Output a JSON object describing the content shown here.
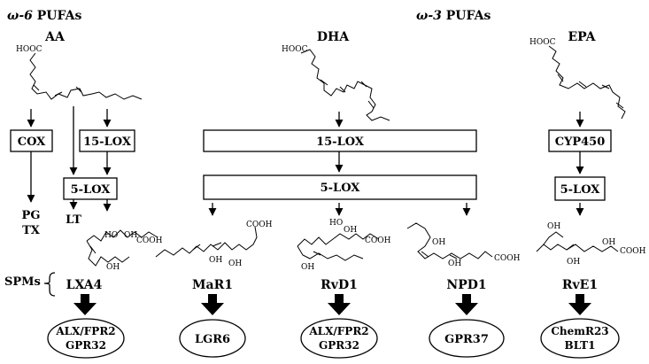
{
  "headers": {
    "omega6_greek": "ω-6",
    "omega6_rest": " PUFAs",
    "omega3_greek": "ω-3",
    "omega3_rest": " PUFAs"
  },
  "sources": {
    "aa": "AA",
    "dha": "DHA",
    "epa": "EPA",
    "hooc_aa": "HOOC",
    "hooc_epa": "HOOC",
    "hooc_dha": "HOOC"
  },
  "enzymes": {
    "cox": "COX",
    "lox15_aa": "15-LOX",
    "lox5_aa": "5-LOX",
    "lox15_dha": "15-LOX",
    "lox5_dha": "5-LOX",
    "cyp450": "CYP450",
    "lox5_epa": "5-LOX"
  },
  "products": {
    "pg": "PG",
    "tx": "TX",
    "lt": "LT"
  },
  "spms_label": "SPMs",
  "mediators": {
    "lxa4": "LXA4",
    "mar1": "MaR1",
    "rvd1": "RvD1",
    "npd1": "NPD1",
    "rve1": "RvE1"
  },
  "groups": {
    "oh": "OH",
    "ho": "HO",
    "cooh": "COOH"
  },
  "receptors": {
    "lxa4_line1": "ALX/FPR2",
    "lxa4_line2": "GPR32",
    "mar1": "LGR6",
    "rvd1_line1": "ALX/FPR2",
    "rvd1_line2": "GPR32",
    "npd1": "GPR37",
    "rve1_line1": "ChemR23",
    "rve1_line2": "BLT1"
  }
}
